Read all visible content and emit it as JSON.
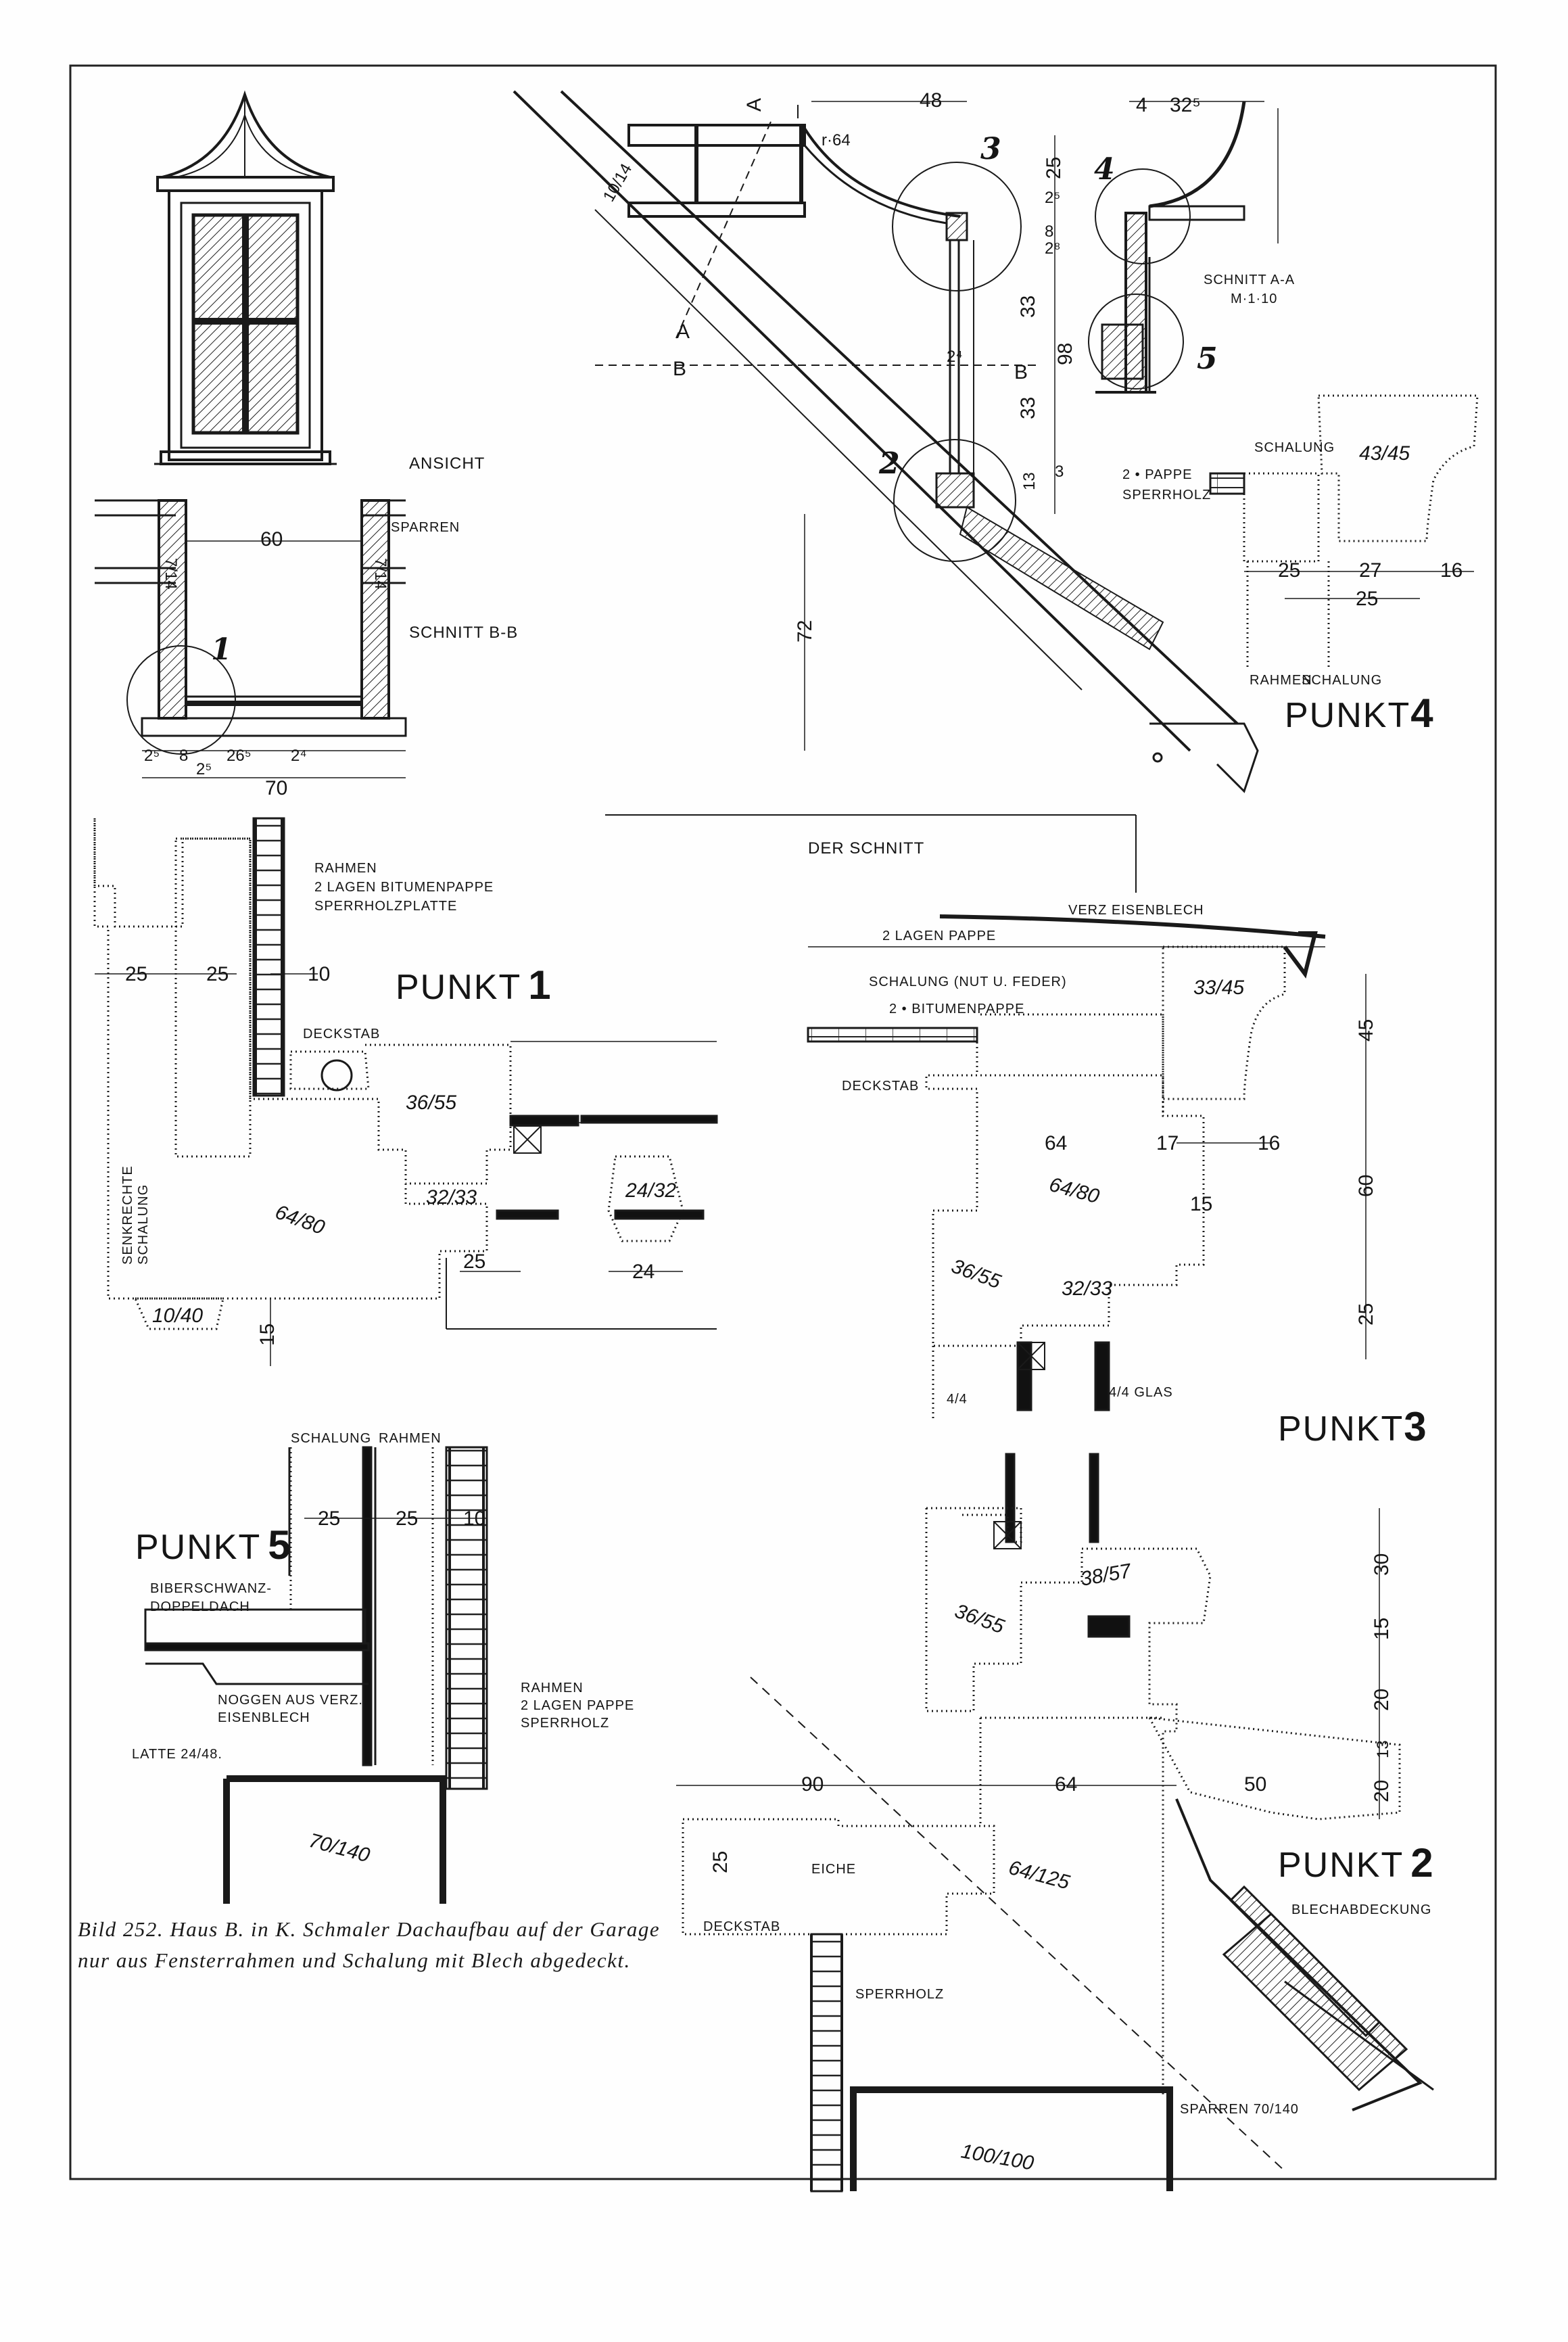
{
  "sections": {
    "ansicht": "ANSICHT",
    "schnitt_bb": "SCHNITT B-B",
    "der_schnitt": "DER SCHNITT",
    "schnitt_aa": "SCHNITT A-A",
    "schnitt_aa_scale": "M·1·10",
    "punkt1": "PUNKT",
    "punkt2": "PUNKT",
    "punkt3": "PUNKT",
    "punkt4": "PUNKT",
    "punkt5": "PUNKT",
    "punkt1_num": "1",
    "punkt2_num": "2",
    "punkt3_num": "3",
    "punkt4_num": "4",
    "punkt5_num": "5"
  },
  "markers": {
    "m1": "1",
    "m2": "2",
    "m3": "3",
    "m4": "4",
    "m5": "5",
    "a_top": "A",
    "a_left": "A",
    "b_left": "B",
    "b_right": "B"
  },
  "labels": {
    "sparren": "SPARREN",
    "rahmen": "RAHMEN",
    "zwei_lagen_bitumenpappe": "2 LAGEN BITUMENPAPPE",
    "sperrholzplatte": "SPERRHOLZPLATTE",
    "deckstab": "DECKSTAB",
    "senkrechte_schalung_1": "SENKRECHTE",
    "senkrechte_schalung_2": "SCHALUNG",
    "schalung": "SCHALUNG",
    "zwei_pappe": "2 • PAPPE",
    "sperrholz": "SPERRHOLZ",
    "rahmen_p4": "RAHMEN",
    "schalung_p4": "SCHALUNG",
    "verz_eisenblech": "VERZ EISENBLECH",
    "zwei_lagen_pappe": "2 LAGEN PAPPE",
    "schalung_nut_feder": "SCHALUNG (NUT U. FEDER)",
    "zwei_bitumenpappe": "2 • BITUMENPAPPE",
    "deckstab_p3": "DECKSTAB",
    "glas": "4/4 GLAS",
    "schalung_p5": "SCHALUNG",
    "rahmen_p5": "RAHMEN",
    "biberschwanz_1": "BIBERSCHWANZ-",
    "biberschwanz_2": "DOPPELDACH",
    "noggen_1": "NOGGEN AUS VERZ.",
    "noggen_2": "EISENBLECH",
    "latte": "LATTE 24/48.",
    "rahmen_p5b": "RAHMEN",
    "zwei_lagen_pappe_p5": "2 LAGEN PAPPE",
    "sperrholz_p5": "SPERRHOLZ",
    "eiche": "EICHE",
    "deckstab_p2": "DECKSTAB",
    "sperrholz_p2": "SPERRHOLZ",
    "blechabdeckung": "BLECHABDECKUNG",
    "sparren_p2": "SPARREN 70/140"
  },
  "materials": {
    "m_36_55_p1": "36/55",
    "m_64_80_p1": "64/80",
    "m_32_33_p1": "32/33",
    "m_24_32": "24/32",
    "m_10_40": "10/40",
    "m_43_45": "43/45",
    "m_33_45": "33/45",
    "m_64_80_p3": "64/80",
    "m_36_55_p3": "36/55",
    "m_32_33_p3": "32/33",
    "m_36_55_p2": "36/55",
    "m_38_57": "38/57",
    "m_64_125": "64/125",
    "m_100_100": "100/100",
    "m_70_140": "70/140",
    "m_4_4": "4/4",
    "m_7_14a": "7/14",
    "m_7_14b": "7/14",
    "m_10_14": "10/14"
  },
  "dimensions": {
    "d60_bb": "60",
    "d70_bb": "70",
    "d2_5a": "2⁵",
    "d8": "8",
    "d2_5b": "2⁵",
    "d26_5": "26⁵",
    "d2_4": "2⁴",
    "d48": "48",
    "d32_5": "32⁵",
    "d4": "4",
    "d25_right": "25",
    "d2_5c": "2⁵",
    "d8b": "8",
    "d2_8": "2⁸",
    "d33a": "33",
    "d98": "98",
    "d33b": "33",
    "d13": "13",
    "d3": "3",
    "d72": "72",
    "d2_4b": "2⁴",
    "r64": "r·64",
    "p1_25a": "25",
    "p1_25b": "25",
    "p1_10": "10",
    "p1_25c": "25",
    "p1_24": "24",
    "p1_15": "15",
    "p4_25": "25",
    "p4_27": "27",
    "p4_16": "16",
    "p4_25b": "25",
    "p3_45": "45",
    "p3_60": "60",
    "p3_25": "25",
    "p3_64": "64",
    "p3_17": "17",
    "p3_16": "16",
    "p3_15": "15",
    "p5_25a": "25",
    "p5_25b": "25",
    "p5_10": "10",
    "p2_30": "30",
    "p2_15": "15",
    "p2_20a": "20",
    "p2_13": "13",
    "p2_20b": "20",
    "p2_90": "90",
    "p2_64": "64",
    "p2_50": "50",
    "p2_25": "25"
  },
  "caption": {
    "line1": "Bild 252.  Haus B. in K. Schmaler Dachaufbau auf der Garage",
    "line2": "nur aus Fensterrahmen und Schalung mit Blech abgedeckt."
  }
}
